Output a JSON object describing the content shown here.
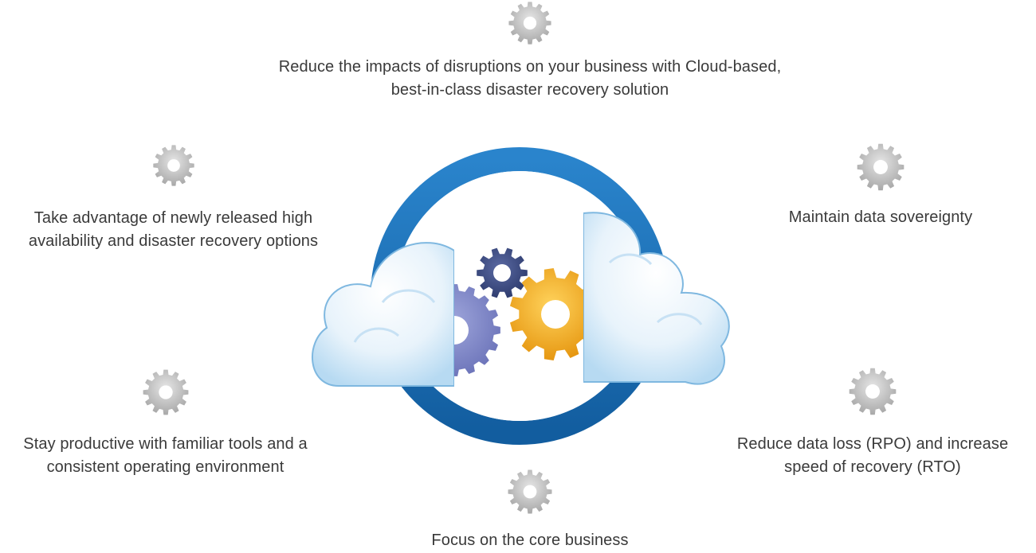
{
  "benefits": {
    "top": {
      "text": "Reduce the impacts of disruptions on your business with Cloud-based, best-in-class disaster recovery solution",
      "icon": "gear-icon"
    },
    "upper_left": {
      "text": "Take advantage of newly released high availability and disaster recovery options",
      "icon": "gear-icon"
    },
    "upper_right": {
      "text": "Maintain data sovereignty",
      "icon": "gear-icon"
    },
    "lower_left": {
      "text": "Stay productive with familiar tools and a consistent operating environment",
      "icon": "gear-icon"
    },
    "lower_right": {
      "text": "Reduce data loss (RPO) and increase speed of recovery (RTO)",
      "icon": "gear-icon"
    },
    "bottom": {
      "text": "Focus on the core business",
      "icon": "gear-icon"
    }
  },
  "center": {
    "icon": "cloud-gears-icon"
  },
  "colors": {
    "ring_blue": "#1a6fb8",
    "cloud_light": "#e6f2fb",
    "cloud_edge": "#8ec3e6",
    "gear_yellow": "#f2a516",
    "gear_navy": "#3b4a7e",
    "gear_purple": "#7a82c4",
    "gear_gray": "#c9c9c9",
    "text": "#3a3a3a"
  }
}
